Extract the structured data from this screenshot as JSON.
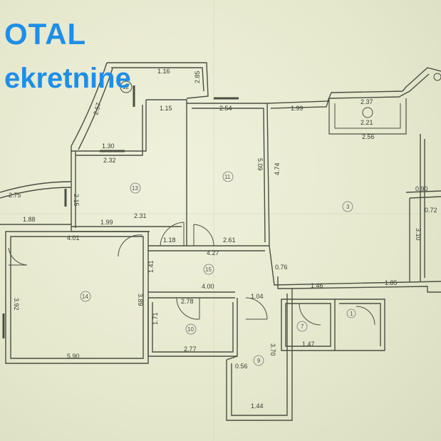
{
  "watermark": {
    "line1": "OTAL",
    "line2": "ekretnine",
    "color": "#1e8ee8"
  },
  "dimensions": [
    {
      "id": "d1",
      "text": "1.16"
    },
    {
      "id": "d2",
      "text": "2.85"
    },
    {
      "id": "d3",
      "text": "2.57"
    },
    {
      "id": "d4",
      "text": "1.15"
    },
    {
      "id": "d5",
      "text": "2.54"
    },
    {
      "id": "d6",
      "text": "1.99"
    },
    {
      "id": "d7",
      "text": "2.37"
    },
    {
      "id": "d8",
      "text": "2.21"
    },
    {
      "id": "d9",
      "text": "2.56"
    },
    {
      "id": "d10",
      "text": "1.30"
    },
    {
      "id": "d11",
      "text": "2.32"
    },
    {
      "id": "d12",
      "text": "5.09"
    },
    {
      "id": "d13",
      "text": "4.74"
    },
    {
      "id": "d14",
      "text": "2.75"
    },
    {
      "id": "d15",
      "text": "2.15"
    },
    {
      "id": "d16",
      "text": "1.88"
    },
    {
      "id": "d17",
      "text": "1.99"
    },
    {
      "id": "d18",
      "text": "2.31"
    },
    {
      "id": "d19",
      "text": "1.18"
    },
    {
      "id": "d20",
      "text": "2.61"
    },
    {
      "id": "d21",
      "text": "4.27"
    },
    {
      "id": "d22",
      "text": "4.01"
    },
    {
      "id": "d23",
      "text": "3.92"
    },
    {
      "id": "d24",
      "text": "1.41"
    },
    {
      "id": "d25",
      "text": "3.89"
    },
    {
      "id": "d26",
      "text": "4.00"
    },
    {
      "id": "d27",
      "text": "2.78"
    },
    {
      "id": "d28",
      "text": "1.04"
    },
    {
      "id": "d29",
      "text": "1.46"
    },
    {
      "id": "d30",
      "text": "1.85"
    },
    {
      "id": "d31",
      "text": "1.71"
    },
    {
      "id": "d32",
      "text": "2.77"
    },
    {
      "id": "d33",
      "text": "5.90"
    },
    {
      "id": "d34",
      "text": "1.47"
    },
    {
      "id": "d35",
      "text": "1.44"
    },
    {
      "id": "d36",
      "text": "0.76"
    },
    {
      "id": "d37",
      "text": "3.70"
    },
    {
      "id": "d38",
      "text": "0.56"
    },
    {
      "id": "d39",
      "text": "0.90"
    },
    {
      "id": "d40",
      "text": "0.72"
    },
    {
      "id": "d41",
      "text": "3.10"
    }
  ],
  "rooms": [
    {
      "id": "r1",
      "text": "11"
    },
    {
      "id": "r2",
      "text": "12"
    },
    {
      "id": "r3",
      "text": "13"
    },
    {
      "id": "r4",
      "text": "14"
    },
    {
      "id": "r5",
      "text": "15"
    },
    {
      "id": "r6",
      "text": "10"
    },
    {
      "id": "r7",
      "text": "3"
    },
    {
      "id": "r8",
      "text": "9"
    },
    {
      "id": "r9",
      "text": "7"
    },
    {
      "id": "r10",
      "text": "1"
    }
  ]
}
